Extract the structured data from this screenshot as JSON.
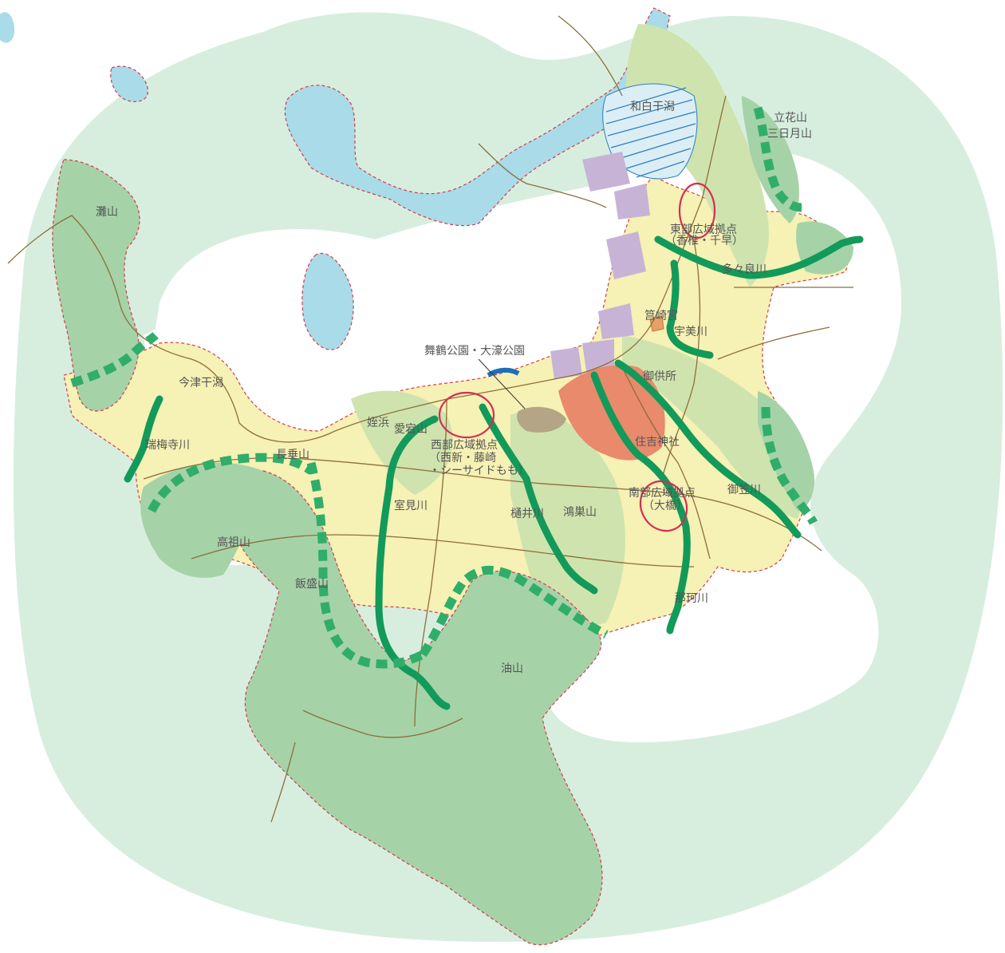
{
  "colors": {
    "outer_ring": "#d7eedf",
    "mountain_green": "#a6d2a8",
    "light_green": "#cfe3ae",
    "urban_yellow": "#f6f1b4",
    "water_blue": "#a9dbe9",
    "city_center": "#e88a6b",
    "port_purple": "#c7b3d6",
    "river_green": "#129a5a",
    "boundary_red": "#d73a4a",
    "road_brown": "#8c6f3b",
    "hub_circle": "#d62c55"
  },
  "labels": {
    "wajiro_higata": "和白干潟",
    "tachibana": "立花山",
    "mikazuki": "三日月山",
    "nadayama": "灘山",
    "east_hub_1": "東部広域拠点",
    "east_hub_2": "（香椎・千早）",
    "tatara_river": "多々良川",
    "hakozaki": "筥崎宮",
    "umi_river": "宇美川",
    "maizuru_park": "舞鶴公園・大濠公園",
    "gokusho": "御供所",
    "imazu_higata": "今津干潟",
    "meinohama": "姪浜",
    "atago": "愛宕山",
    "west_hub_1": "西部広域拠点",
    "west_hub_2": "（西新・藤崎",
    "west_hub_3": "・シーサイドもも）",
    "sumiyoshi": "住吉神社",
    "zuibaiji_river": "瑞梅寺川",
    "nagatare": "長垂山",
    "muromi_river": "室見川",
    "hii_river": "樋井川",
    "konosu": "鴻巣山",
    "south_hub_1": "南部広域拠点",
    "south_hub_2": "（大橋）",
    "mikasa_river": "御笠川",
    "takasu": "高祖山",
    "iimori": "飯盛山",
    "naka_river": "那珂川",
    "aburayama": "油山"
  }
}
